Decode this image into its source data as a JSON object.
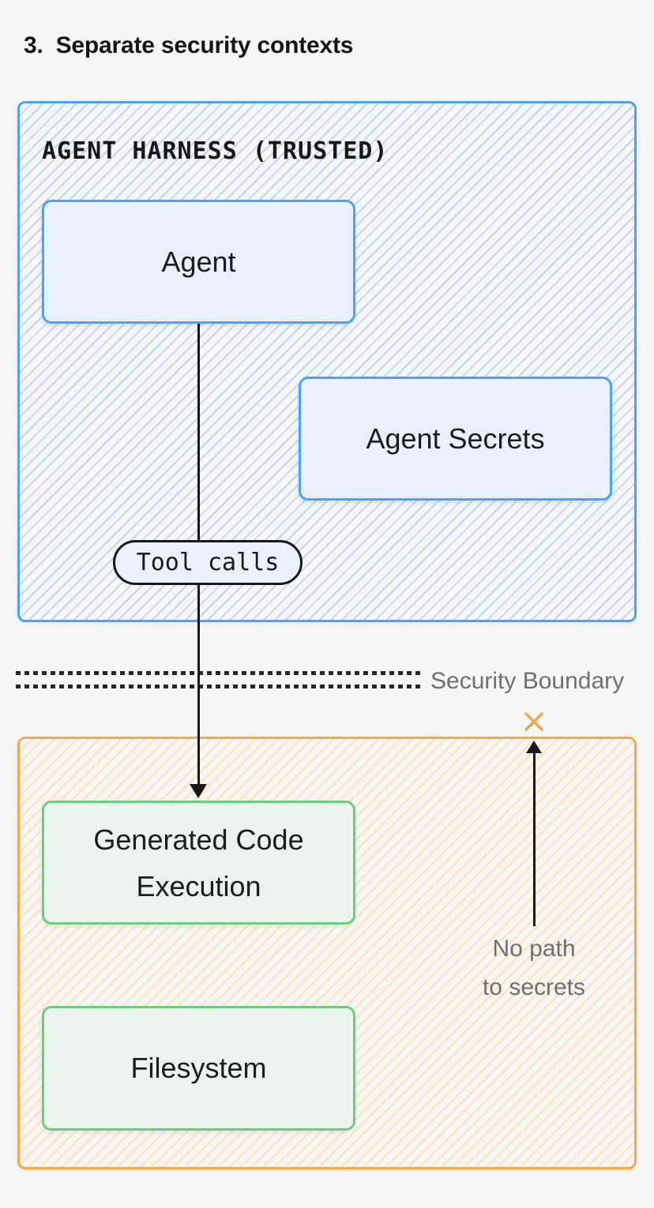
{
  "page": {
    "title_number": "3.",
    "title": "Separate security contexts",
    "background_color": "#f7f7f8"
  },
  "trusted_zone": {
    "label": "AGENT HARNESS (TRUSTED)",
    "border_color": "#4aa3f7",
    "hatch_color": "#bcd6f3",
    "node_fill_color": "#e9f1fc",
    "nodes": {
      "agent": "Agent",
      "agent_secrets": "Agent Secrets"
    },
    "tool_calls_label": "Tool calls"
  },
  "security_boundary": {
    "label": "Security Boundary",
    "line_color": "#26262a",
    "label_color": "#6e6e73"
  },
  "untrusted_zone": {
    "border_color": "#f2a947",
    "hatch_color": "#fce3ba",
    "node_fill_color": "#eaf6ec",
    "node_border_color": "#6ecb80",
    "nodes": {
      "generated_code_execution": "Generated Code Execution",
      "filesystem": "Filesystem"
    },
    "no_path_line1": "No path",
    "no_path_line2": "to secrets",
    "blocked_x_color": "#f1a64c"
  },
  "arrow_color": "#17181a"
}
